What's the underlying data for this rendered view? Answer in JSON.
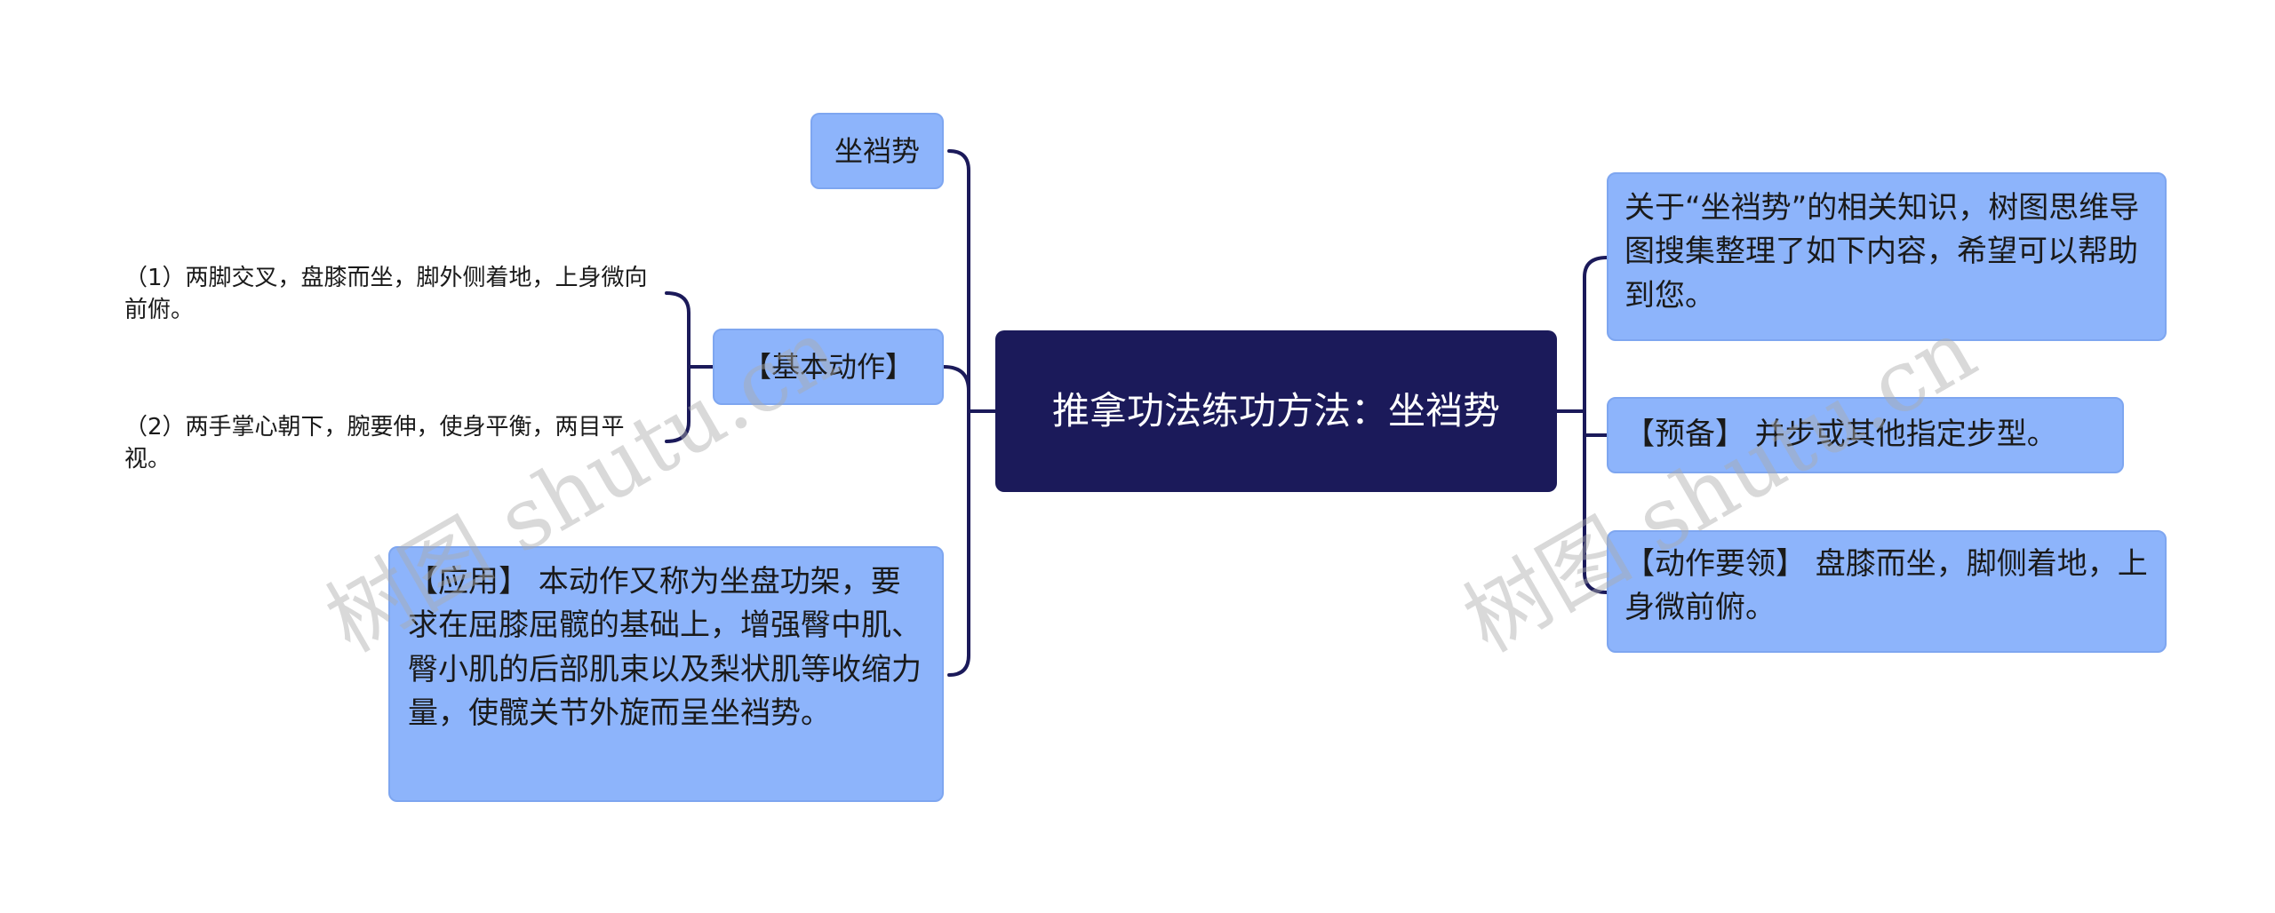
{
  "root": {
    "text": "推拿功法练功方法：坐裆势"
  },
  "left": {
    "title_node": "坐裆势",
    "basic": {
      "label": "【基本动作】",
      "items": [
        "（1）两脚交叉，盘膝而坐，脚外侧着地，上身微向前俯。",
        "（2）两手掌心朝下，腕要伸，使身平衡，两目平视。"
      ]
    },
    "application": "【应用】 本动作又称为坐盘功架，要求在屈膝屈髋的基础上，增强臀中肌、臀小肌的后部肌束以及梨状肌等收缩力量，使髋关节外旋而呈坐裆势。"
  },
  "right": {
    "intro": "关于“坐裆势”的相关知识，树图思维导图搜集整理了如下内容，希望可以帮助到您。",
    "prepare": "【预备】 并步或其他指定步型。",
    "essentials": "【动作要领】 盘膝而坐，脚侧着地，上身微前俯。"
  },
  "watermarks": [
    "树图 shutu.cn",
    "树图 shutu.cn"
  ],
  "colors": {
    "root_bg": "#1b1a5a",
    "node_bg": "#8db4fb",
    "line": "#1b1a5a"
  }
}
